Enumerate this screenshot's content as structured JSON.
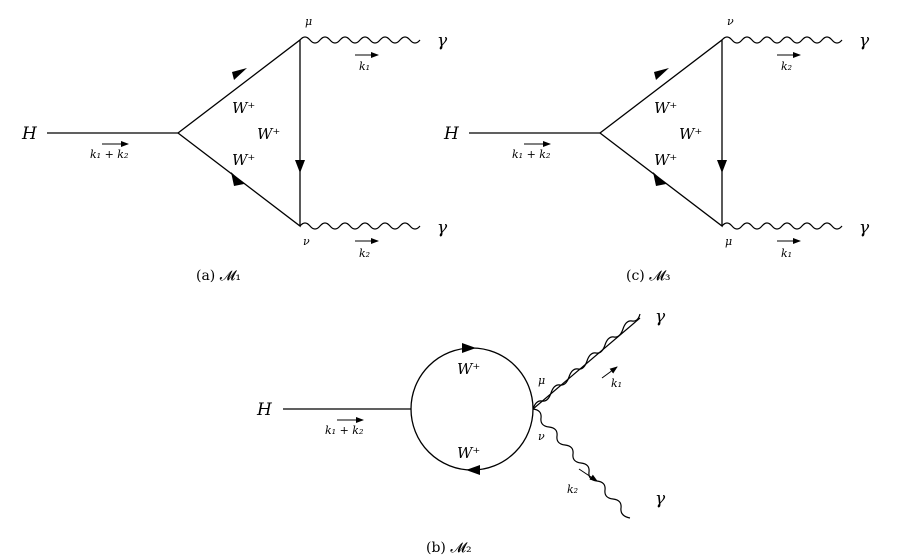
{
  "labels": {
    "higgs": "H",
    "photon": "γ",
    "w_boson": "W⁺",
    "momentum_sum": "k₁ + k₂",
    "k1": "k₁",
    "k2": "k₂",
    "mu": "μ",
    "nu": "ν"
  },
  "captions": {
    "a": "(a) 𝓜₁",
    "c": "(c) 𝓜₃",
    "b": "(b) 𝓜₂"
  }
}
